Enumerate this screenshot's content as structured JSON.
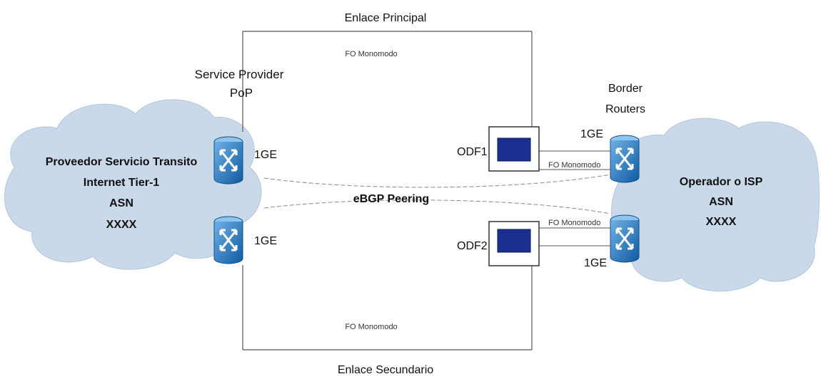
{
  "links": {
    "primary_label": "Enlace Principal",
    "secondary_label": "Enlace Secundario",
    "fo_top": "FO Monomodo",
    "fo_bottom": "FO Monomodo",
    "fo_odf1": "FO Monomodo",
    "fo_odf2": "FO Monomodo"
  },
  "provider": {
    "pop_line1": "Service Provider",
    "pop_line2": "PoP",
    "cloud_line1": "Proveedor Servicio Transito",
    "cloud_line2": "Internet Tier-1",
    "cloud_line3": "ASN",
    "cloud_line4": "XXXX",
    "port_top": "1GE",
    "port_bottom": "1GE"
  },
  "operator": {
    "border_line1": "Border",
    "border_line2": "Routers",
    "cloud_line1": "Operador o ISP",
    "cloud_line2": "ASN",
    "cloud_line3": "XXXX",
    "port_top": "1GE",
    "port_bottom": "1GE"
  },
  "odf": {
    "odf1": "ODF1",
    "odf2": "ODF2"
  },
  "peering": {
    "label": "eBGP Peering"
  },
  "colors": {
    "cloud_fill": "#c9d9ea",
    "router_blue": "#1e6fb4",
    "odf_blue": "#1a2f8f",
    "line": "#555555"
  }
}
